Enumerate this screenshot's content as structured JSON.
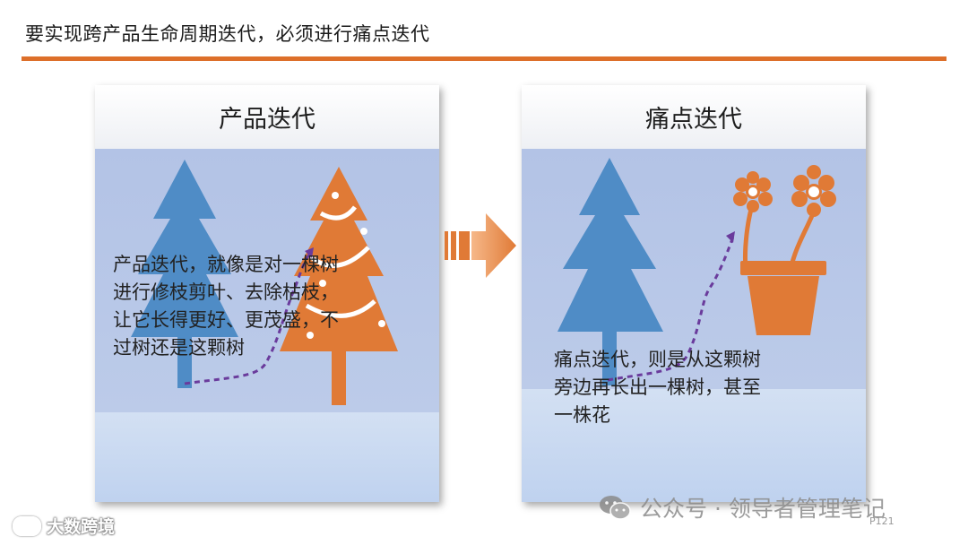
{
  "slide": {
    "title": "要实现跨产品生命周期迭代，必须进行痛点迭代",
    "left_panel": {
      "heading": "产品迭代",
      "text": "产品迭代，就像是对一棵树\n进行修枝剪叶、去除枯枝，\n让它长得更好、更茂盛，不\n过树还是这颗树"
    },
    "right_panel": {
      "heading": "痛点迭代",
      "text": "痛点迭代，则是从这颗树\n旁边再长出一棵树，甚至\n一株花"
    },
    "page_number": "P121"
  },
  "footer": {
    "brand_left": "大数跨境",
    "watermark": "公众号 · 领导者管理笔记"
  },
  "colors": {
    "accent_orange": "#e07a36",
    "tree_blue": "#4f8cc6",
    "dashed_purple": "#6a3b9c"
  },
  "icons": [
    "tree-icon",
    "decorated-tree-icon",
    "flower-pot-icon",
    "arrow-right-icon",
    "wechat-icon"
  ]
}
